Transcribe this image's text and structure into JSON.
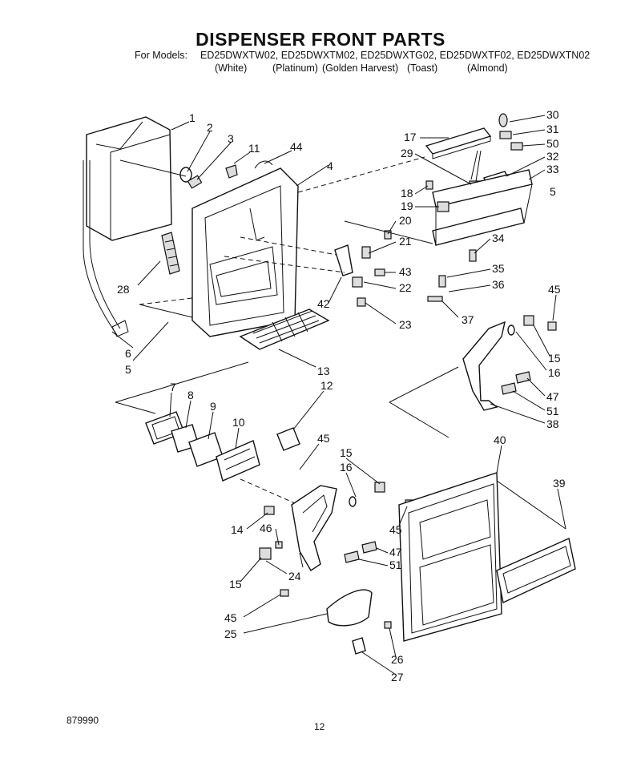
{
  "header": {
    "title": "DISPENSER FRONT PARTS",
    "models_label": "For Models:",
    "models": "ED25DWXTW02, ED25DWXTM02, ED25DWXTG02, ED25DWXTF02, ED25DWXTN02",
    "colors": [
      "(White)",
      "(Platinum)",
      "(Golden Harvest)",
      "(Toast)",
      "(Almond)"
    ]
  },
  "footer": {
    "doc_number": "879990",
    "page_number": "12"
  },
  "callouts": [
    "1",
    "2",
    "3",
    "11",
    "44",
    "4",
    "28",
    "6",
    "5",
    "13",
    "30",
    "31",
    "50",
    "32",
    "17",
    "29",
    "33",
    "18",
    "5",
    "19",
    "20",
    "21",
    "34",
    "43",
    "35",
    "42",
    "22",
    "36",
    "23",
    "37",
    "45",
    "15",
    "16",
    "47",
    "51",
    "38",
    "7",
    "8",
    "9",
    "10",
    "12",
    "45",
    "15",
    "16",
    "14",
    "46",
    "45",
    "47",
    "51",
    "15",
    "24",
    "45",
    "25",
    "26",
    "27",
    "40",
    "39"
  ]
}
